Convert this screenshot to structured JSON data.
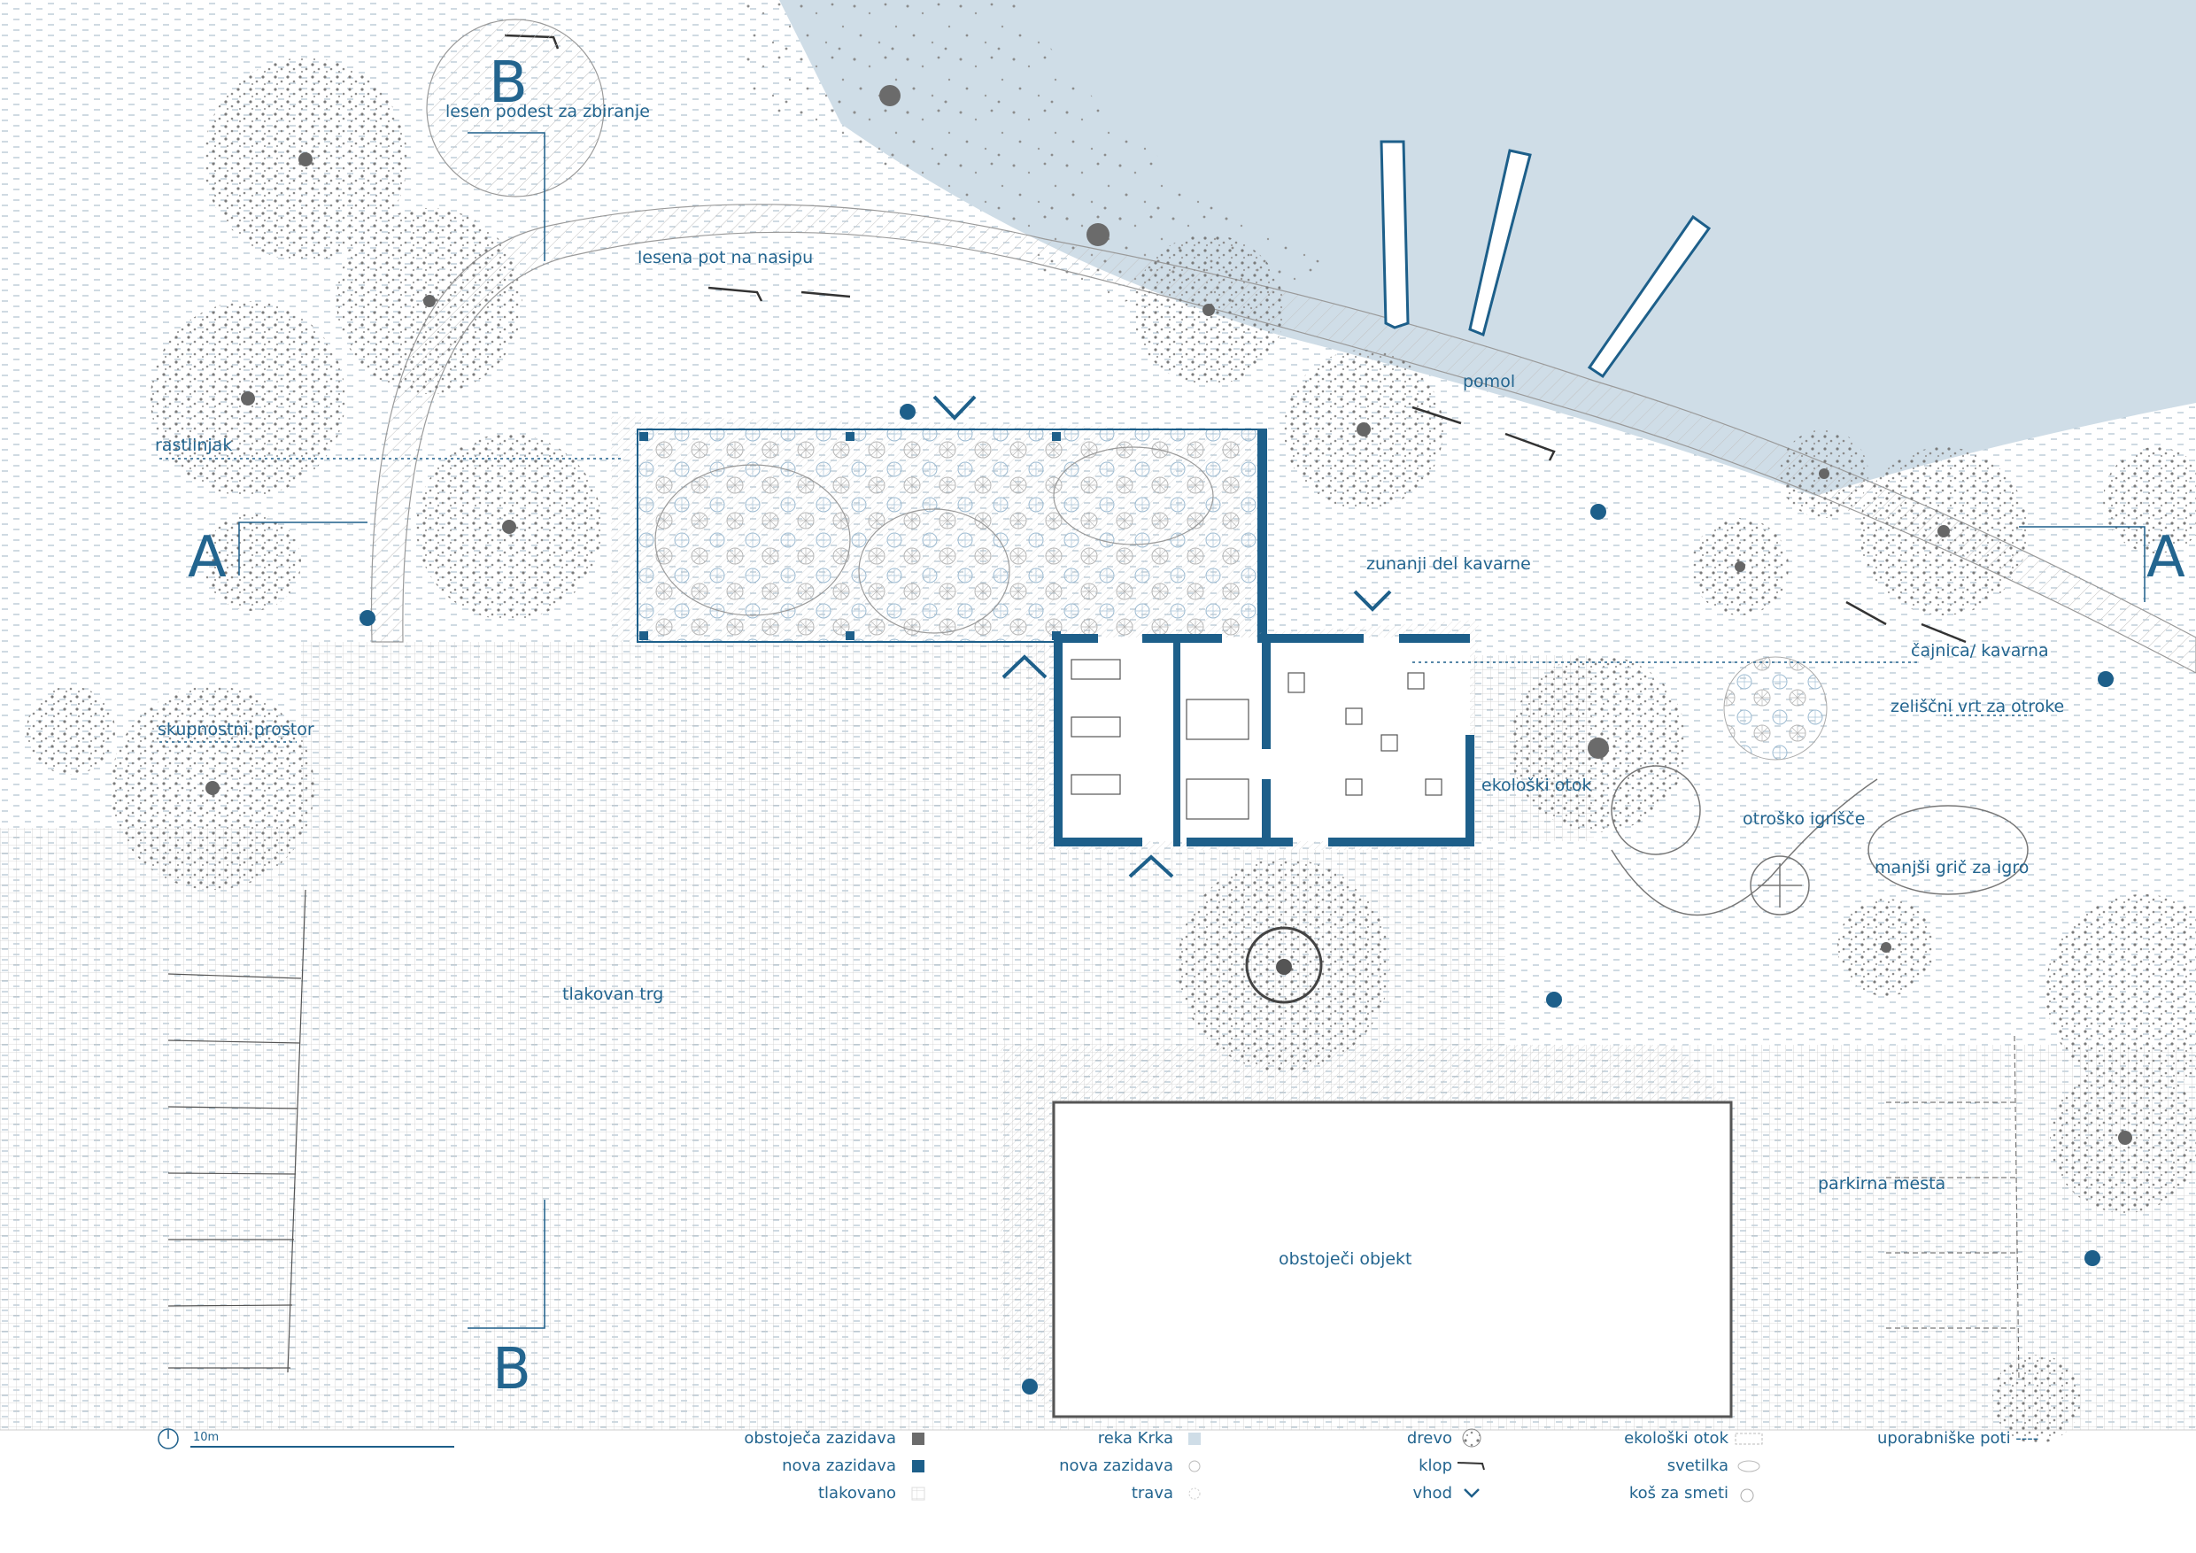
{
  "colors": {
    "accent": "#1d5f8a",
    "water": "#cfdde7",
    "tree": "#6b6b6b",
    "grid": "#c9c9c9",
    "hatch": "#b5b5b5"
  },
  "labels": {
    "podest": "lesen podest za zbiranje",
    "pot": "lesena pot na nasipu",
    "pomol": "pomol",
    "rastlinjak": "rastlinjak",
    "zunanji": "zunanji del kavarne",
    "cajnica": "čajnica/ kavarna",
    "zeliscni": "zeliščni vrt za otroke",
    "skupnostni": "skupnostni prostor",
    "ekoloski": "ekološki otok",
    "igrisce": "otroško igrišče",
    "gric": "manjši grič za igro",
    "trg": "tlakovan trg",
    "parkirna": "parkirna mesta",
    "objekt": "obstoječi objekt"
  },
  "sections": {
    "a_left": "A",
    "a_right": "A",
    "b_top": "B",
    "b_bottom": "B"
  },
  "scale": {
    "label": "10m"
  },
  "legend": [
    {
      "label": "obstoječa zazidava",
      "icon": "square-dark-gray-icon"
    },
    {
      "label": "nova zazidava",
      "icon": "square-blue-icon"
    },
    {
      "label": "tlakovano",
      "icon": "paving-grid-icon"
    },
    {
      "label": "reka Krka",
      "icon": "water-swatch-icon"
    },
    {
      "label": "nova zazidava",
      "icon": "plant-dots-icon"
    },
    {
      "label": "trava",
      "icon": "grass-dots-icon"
    },
    {
      "label": "drevo",
      "icon": "tree-icon"
    },
    {
      "label": "klop",
      "icon": "bench-icon"
    },
    {
      "label": "vhod",
      "icon": "entrance-chevron-icon"
    },
    {
      "label": "ekološki otok",
      "icon": "eco-island-icon"
    },
    {
      "label": "svetilka",
      "icon": "lamp-icon"
    },
    {
      "label": "koš za smeti",
      "icon": "trash-bin-icon"
    },
    {
      "label": "uporabniške poti ----",
      "icon": "user-path-icon"
    }
  ]
}
